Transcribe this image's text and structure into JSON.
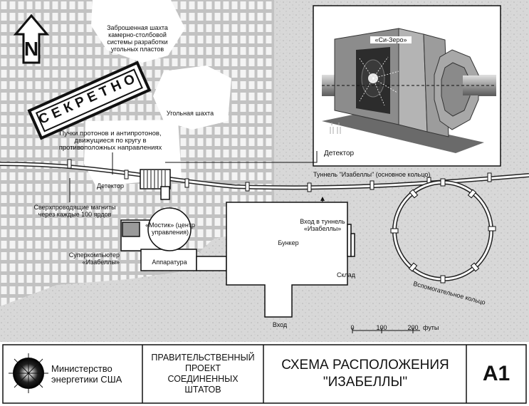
{
  "map": {
    "north_letter": "N",
    "stamp": "СЕКРЕТНО",
    "labels": {
      "abandoned_mine": "Заброшенная шахта камерно-столбовой системы разработки угольных пластов",
      "coal_mine": "Угольная шахта",
      "beams": "Пучки протонов и антипротонов, движущиеся по кругу в противоположных направлениях",
      "detector_small": "Детектор",
      "magnets": "Сверхпроводящие магниты через каждые 100 ярдов",
      "tunnel_main": "Туннель \"Изабеллы\" (основное кольцо)",
      "bridge": "«Мостик» (центр управления)",
      "tunnel_entrance": "Вход в туннель «Изабеллы»",
      "supercomputer": "Суперкомпьютер «Изабеллы»",
      "bunker": "Бункер",
      "equipment": "Аппаратура",
      "warehouse": "Склад",
      "entrance": "Вход",
      "aux_ring": "Вспомогательное кольцо",
      "detector_inset": "Детектор",
      "cdf": "«Си-Зеро»"
    },
    "scale": {
      "t0": "0",
      "t100": "100",
      "t200": "200",
      "unit": "футы"
    }
  },
  "footer": {
    "ministry": "Министерство энергетики США",
    "project": "ПРАВИТЕЛЬСТВЕННЫЙ ПРОЕКТ СОЕДИНЕННЫХ ШТАТОВ",
    "title_line1": "СХЕМА РАСПОЛОЖЕНИЯ",
    "title_line2": "\"ИЗАБЕЛЛЫ\"",
    "code": "A1"
  }
}
